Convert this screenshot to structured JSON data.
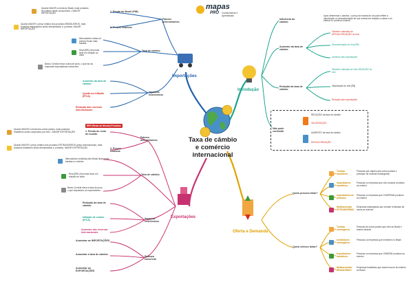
{
  "logo": {
    "line1": "mapas",
    "line2": "PRO",
    "tagline": "Conhecimento e Aprendizado"
  },
  "center": {
    "title": "Taxa de câmbio e comércio internacional"
  },
  "branches": {
    "importacoes": "Importações",
    "exportacoes": "Exportações",
    "introducao": "Introdução",
    "oferta": "Oferta e Demanda"
  },
  "colors": {
    "importacoes": "#1f5fa8",
    "exportacoes": "#c8316f",
    "introducao": "#1aa38d",
    "oferta": "#e0a100"
  },
  "imp": {
    "fatores": "Fatores determinantes",
    "renda": "1. Renda do Brasil (PIB)",
    "precos": "2. Preços relativos",
    "taxa": "Taxa de câmbio",
    "impactos": "Impactos econômicos",
    "n1": "Quanto MAIOR a renda do Brasil, mais produtos do exterior serão consumidos = MAIOR IMPORTAÇÃO",
    "n2": "Quanto MAIOR o preço relativo dos produtos BRASILEIROS, mais produtos estrangeiros serão demandados e, portanto, MAIOR IMPORTAÇÃO",
    "n3": "Mercadorias vindas do exterior ficam mais baratas",
    "n4": "Real (BRL) fica mais forte em relação ao dólar",
    "n5": "Banco Central reduz a taxa de juros, o que faz as empresas importadoras crescerem",
    "i1": "Aumento da taxa de câmbio",
    "i2": "Queda na inflação (IPCA)",
    "i3": "Redução das reservas internacionais"
  },
  "exp": {
    "fatores": "Fatores determinantes",
    "renda": "1. Renda do resto do mundo",
    "precos": "2. Preços relativos",
    "tag": "RRP (Resto do Mundo) Produtos",
    "taxa": "Taxa de câmbio",
    "impactos": "Impactos econômicos",
    "balanca": "Balança comercial",
    "n1": "Quanto MAIOR a renda dos outros países, mais produtos brasileiros serão comprados por eles = MAIOR EXPORTAÇÃO",
    "n2": "Quanto MAIOR o preço relativo dos produtos ESTRANGEIROS (preço internacional), mais produtos brasileiros serão demandados e, portanto, MAIOR EXPORTAÇÃO",
    "n3": "Mercadorias vendidas pelo Brasil ficam mais baratas no exterior",
    "n4": "Real (BRL) fica mais fraco em relação ao dólar",
    "n5": "Banco Central eleva a taxa de juros, o que impulsiona os exportadores",
    "i1": "Redução da taxa de câmbio",
    "i2": "Inflação de custos (IPCA)",
    "i3": "Aumento das reservas internacionais",
    "b1": "Aumentar as IMPORTAÇÕES",
    "b2": "Aumentar a taxa de câmbio",
    "b3": "Aumentar as EXPORTAÇÕES"
  },
  "intro": {
    "inf": "Influência do câmbio",
    "infdesc": "Após determinar o câmbio, o preço da moeda de um país reflete a valorização ou desvalorização de sua moeda em relação a outras e os efeitos no comércio exterior",
    "aum": "Aumento da taxa de câmbio",
    "a1": "Também chamada de DESVALORIZAÇÃO do real",
    "a2": "Desvalorização do real (R$)",
    "a3": "Aumento das exportações",
    "red": "Redução da taxa de câmbio",
    "r1": "Também chamada de VALORIZAÇÃO do real",
    "r2": "Valorização do real (R$)",
    "r3": "Redução das exportações",
    "confuse": "Não pode confundir",
    "c1": "REDUÇÃO da taxa de câmbio",
    "c2": "AUMENTO da taxa de câmbio",
    "c3": "VALORIZAÇÃO",
    "c4": "DESVALORIZAÇÃO"
  },
  "oferta": {
    "q1": "Quem procura dólar?",
    "q2": "Quem oferece dólar?",
    "p": [
      {
        "name": "Turistas brasileiros",
        "desc": "Pessoas que viajam para outros países e precisam de moedas estrangeiras"
      },
      {
        "name": "Importadores brasileiros",
        "desc": "Pessoas ou empresas que vão comprar produtos do exterior"
      },
      {
        "name": "Importadores de produtos",
        "desc": "Pessoas ou empresas que COMPRAM produtos do exterior"
      },
      {
        "name": "Multinacionais ESTRANGEIRAS",
        "desc": "Empresas estrangeiras que enviam remessas de lucros ao exterior"
      }
    ],
    "o": [
      {
        "name": "Turistas estrangeiros",
        "desc": "Pessoas de outros países que vêm ao Brasil e trazem dólares"
      },
      {
        "name": "Investidores estrangeiros",
        "desc": "Pessoas ou empresas que investem no Brasil"
      },
      {
        "name": "Exportadores brasileiros",
        "desc": "Pessoas ou empresas que VENDEM produtos ao exterior"
      },
      {
        "name": "Multinacionais BRASILEIRAS",
        "desc": "Empresas brasileiras que trazem lucros do exterior ao Brasil"
      }
    ]
  }
}
